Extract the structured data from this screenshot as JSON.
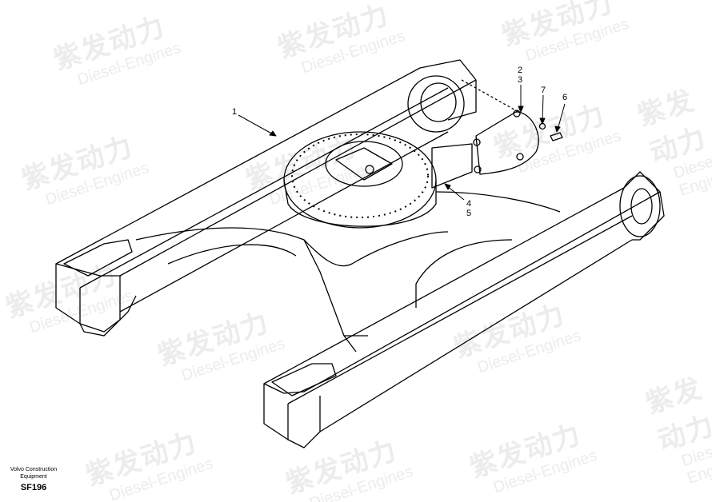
{
  "watermark": {
    "cn": "紫发动力",
    "en": "Diesel-Engines"
  },
  "callouts": [
    "1",
    "2",
    "3",
    "4",
    "5",
    "6",
    "7"
  ],
  "footer": {
    "line1": "Volvo Construction",
    "line2": "Equipment",
    "code": "SF196"
  }
}
